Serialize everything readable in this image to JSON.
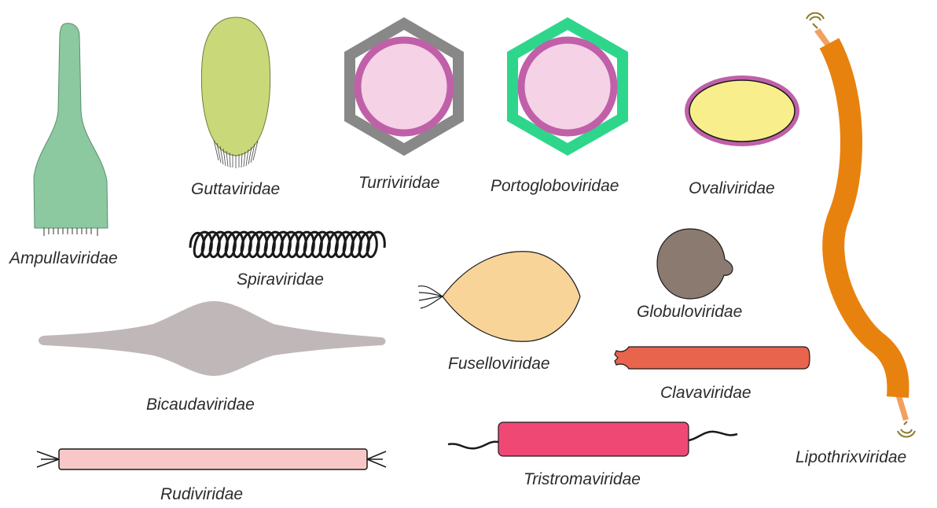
{
  "families": {
    "ampullaviridae": "Ampullaviridae",
    "guttaviridae": "Guttaviridae",
    "turriviridae": "Turriviridae",
    "portogloboviridae": "Portogloboviridae",
    "ovaliviridae": "Ovaliviridae",
    "lipothrixviridae": "Lipothrixviridae",
    "spiraviridae": "Spiraviridae",
    "fuselloviridae": "Fuselloviridae",
    "globuloviridae": "Globuloviridae",
    "bicaudaviridae": "Bicaudaviridae",
    "clavaviridae": "Clavaviridae",
    "tristromaviridae": "Tristromaviridae",
    "rudiviridae": "Rudiviridae"
  },
  "colors": {
    "ampullaviridae": "#8cc8a0",
    "guttaviridae": "#c9d97a",
    "turriviridae_capsid": "#888888",
    "portogloboviridae_capsid": "#2ed68c",
    "membrane": "#c060a8",
    "core": "#f5d2e6",
    "ovaliviridae_fill": "#f8ee8c",
    "lipothrixviridae": "#e8820f",
    "lipothrixviridae_end": "#f2a060",
    "fuselloviridae": "#f8d498",
    "globuloviridae": "#8b7a70",
    "bicaudaviridae": "#c0b8b8",
    "clavaviridae": "#e8644c",
    "tristromaviridae": "#f04874",
    "rudiviridae": "#f8c8c8"
  }
}
